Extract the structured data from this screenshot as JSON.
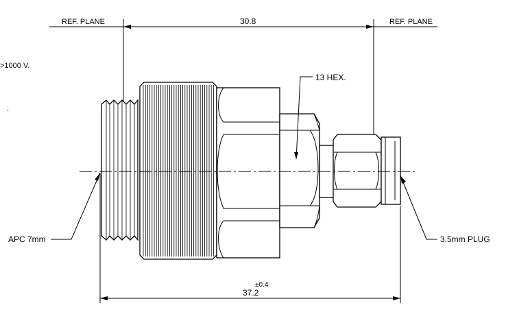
{
  "labels": {
    "ref_plane_left": "REF. PLANE",
    "ref_plane_right": "REF. PLANE",
    "dim_top": "30.8",
    "hex": "13 HEX.",
    "voltage_partial": ">1000 V.",
    "apc": "APC 7mm",
    "plug": "3.5mm PLUG",
    "tolerance": "±0.4",
    "dim_bottom": "37.2"
  },
  "colors": {
    "line": "#000000",
    "background": "#ffffff"
  }
}
